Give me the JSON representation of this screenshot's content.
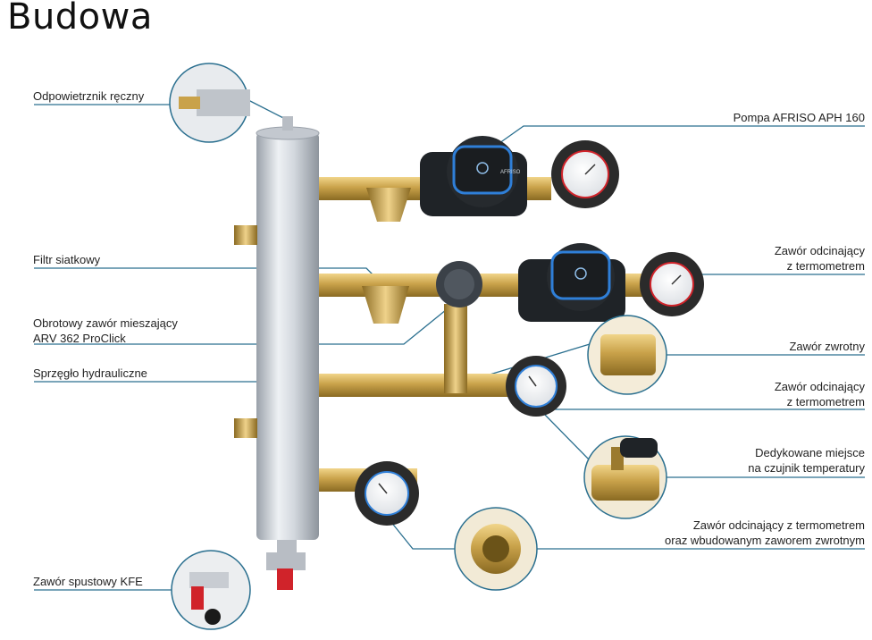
{
  "title": "Budowa",
  "labels_left": {
    "air_vent": "Odpowietrznik ręczny",
    "strainer": "Filtr siatkowy",
    "mixing_valve_line1": "Obrotowy zawór mieszający",
    "mixing_valve_line2": "ARV 362 ProClick",
    "hydraulic_separator": "Sprzęgło hydrauliczne",
    "drain_valve": "Zawór spustowy KFE"
  },
  "labels_right": {
    "pump": "Pompa AFRISO APH 160",
    "shutoff_thermo_1_line1": "Zawór odcinający",
    "shutoff_thermo_1_line2": "z termometrem",
    "check_valve": "Zawór zwrotny",
    "shutoff_thermo_2_line1": "Zawór odcinający",
    "shutoff_thermo_2_line2": "z termometrem",
    "sensor_place_line1": "Dedykowane miejsce",
    "sensor_place_line2": "na czujnik temperatury",
    "shutoff_combo_line1": "Zawór odcinający z termometrem",
    "shutoff_combo_line2": "oraz wbudowanym zaworem zwrotnym"
  },
  "pump_brand": "AFRISO",
  "colors": {
    "leader_line": "#2a6f8f",
    "brass": "#c9a24a",
    "steel": "#c8ccd2",
    "pump_accent": "#2f7fd8",
    "knob": "#2b2b2b",
    "valve_red": "#d0232a"
  }
}
